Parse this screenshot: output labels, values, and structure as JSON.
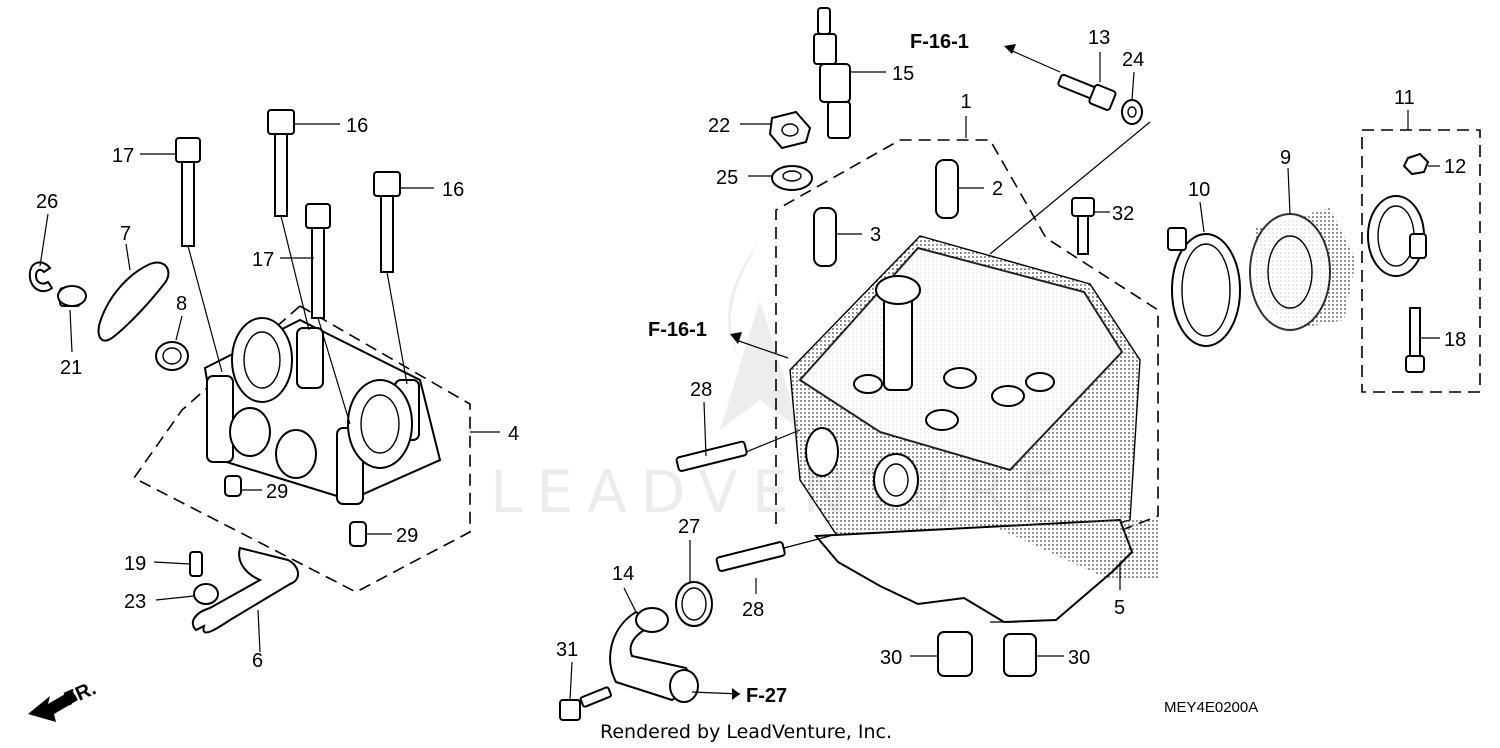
{
  "labels": {
    "p1": "1",
    "p2": "2",
    "p3": "3",
    "p4": "4",
    "p5": "5",
    "p6": "6",
    "p7": "7",
    "p8": "8",
    "p9": "9",
    "p10": "10",
    "p11": "11",
    "p12": "12",
    "p13": "13",
    "p14": "14",
    "p15": "15",
    "p16a": "16",
    "p16b": "16",
    "p17a": "17",
    "p17b": "17",
    "p18": "18",
    "p19": "19",
    "p21": "21",
    "p22": "22",
    "p23": "23",
    "p24": "24",
    "p25": "25",
    "p26": "26",
    "p27": "27",
    "p28a": "28",
    "p28b": "28",
    "p29a": "29",
    "p29b": "29",
    "p30a": "30",
    "p30b": "30",
    "p31": "31",
    "p32": "32"
  },
  "refs": {
    "ref_top": "F-16-1",
    "ref_left": "F-16-1",
    "ref_bottom": "F-27"
  },
  "direction_label": "FR.",
  "diagram_code": "MEY4E0200A",
  "credit": "Rendered by LeadVenture, Inc.",
  "watermark": "LEADVENTURE"
}
